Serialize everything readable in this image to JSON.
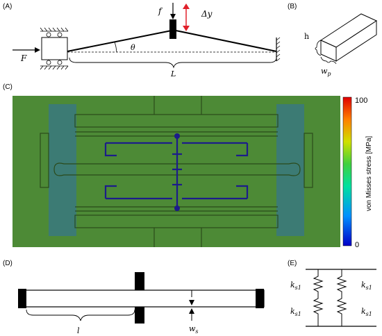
{
  "panels": {
    "a": {
      "label": "(A)",
      "force": "F",
      "load": "f",
      "deflection": "Δy",
      "angle": "θ",
      "length": "L"
    },
    "b": {
      "label": "(B)",
      "height": "h",
      "width": "w",
      "width_sub": "p"
    },
    "c": {
      "label": "(C)",
      "colorbar_title": "von Misses stress [MPa]",
      "colorbar_max": "100",
      "colorbar_min": "0"
    },
    "d": {
      "label": "(D)",
      "segment": "l",
      "width": "w",
      "width_sub": "s"
    },
    "e": {
      "label": "(E)",
      "spring": "k",
      "spring_sub": "s1"
    }
  },
  "colors": {
    "deflection_arrow": "#e0202a",
    "fea_background": "#4a8a2c",
    "fea_mesh": "#355f24",
    "fea_high": "#1a1a8c"
  }
}
